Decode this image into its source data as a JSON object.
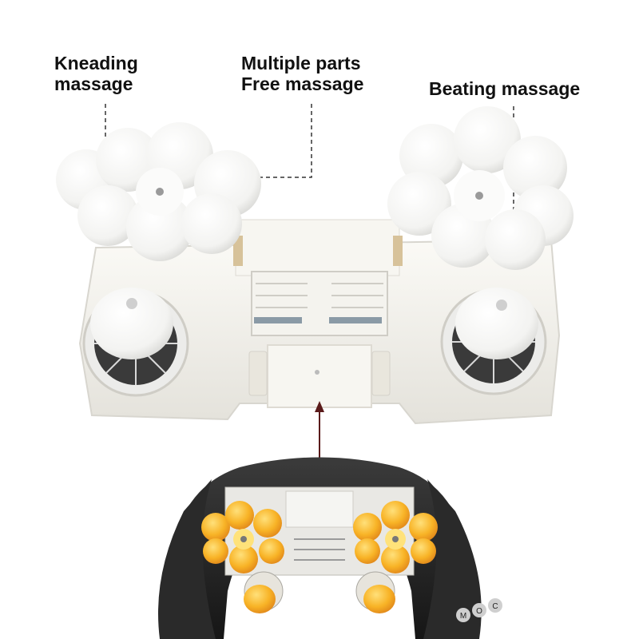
{
  "labels": {
    "kneading": [
      "Kneading",
      "massage"
    ],
    "multiple": [
      "Multiple parts",
      "Free massage"
    ],
    "beating": [
      "Beating massage"
    ]
  },
  "device": {
    "control_letters": [
      "M",
      "O",
      "C"
    ]
  },
  "colors": {
    "node_white": "#f6f6f4",
    "housing": "#efeee8",
    "massage_head_orange": "#f6a623",
    "massage_head_yellow": "#ffd54a",
    "belt_black": "#1f1f1f",
    "arrow": "#5a1a1a"
  }
}
